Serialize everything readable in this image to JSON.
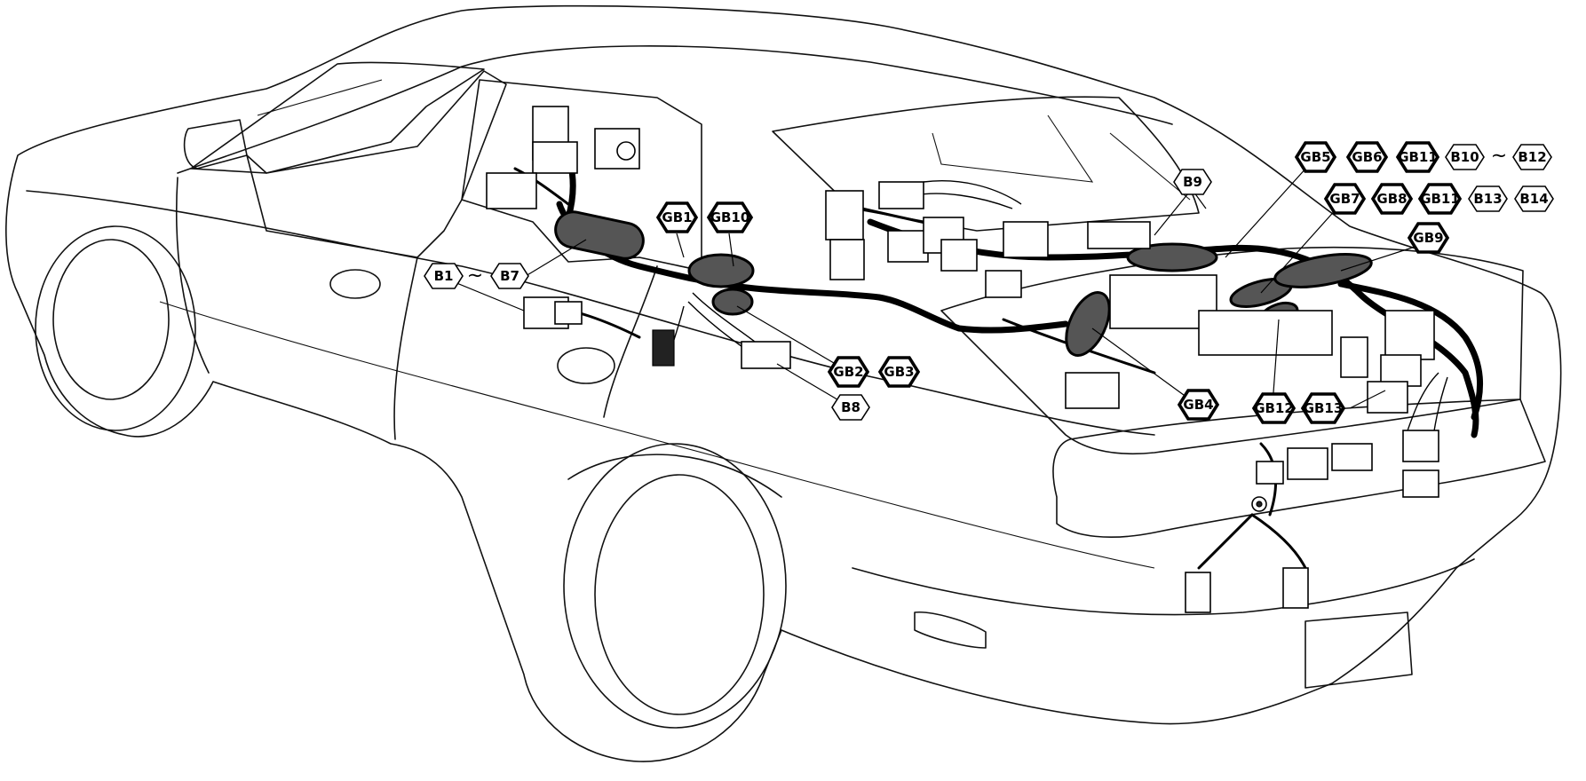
{
  "labels": {
    "B1": "B1",
    "B7": "B7",
    "B8": "B8",
    "B9": "B9",
    "B10": "B10",
    "B12": "B12",
    "B13": "B13",
    "B14": "B14",
    "GB1": "GB1",
    "GB2": "GB2",
    "GB3": "GB3",
    "GB4": "GB4",
    "GB5": "GB5",
    "GB6": "GB6",
    "GB7": "GB7",
    "GB8": "GB8",
    "GB9": "GB9",
    "GB10": "GB10",
    "GB11a": "GB11",
    "GB11b": "GB11",
    "GB12": "GB12",
    "GB13": "GB13"
  },
  "ranges": {
    "b1_b7_sep": "~",
    "b10_b12_sep": "~"
  }
}
